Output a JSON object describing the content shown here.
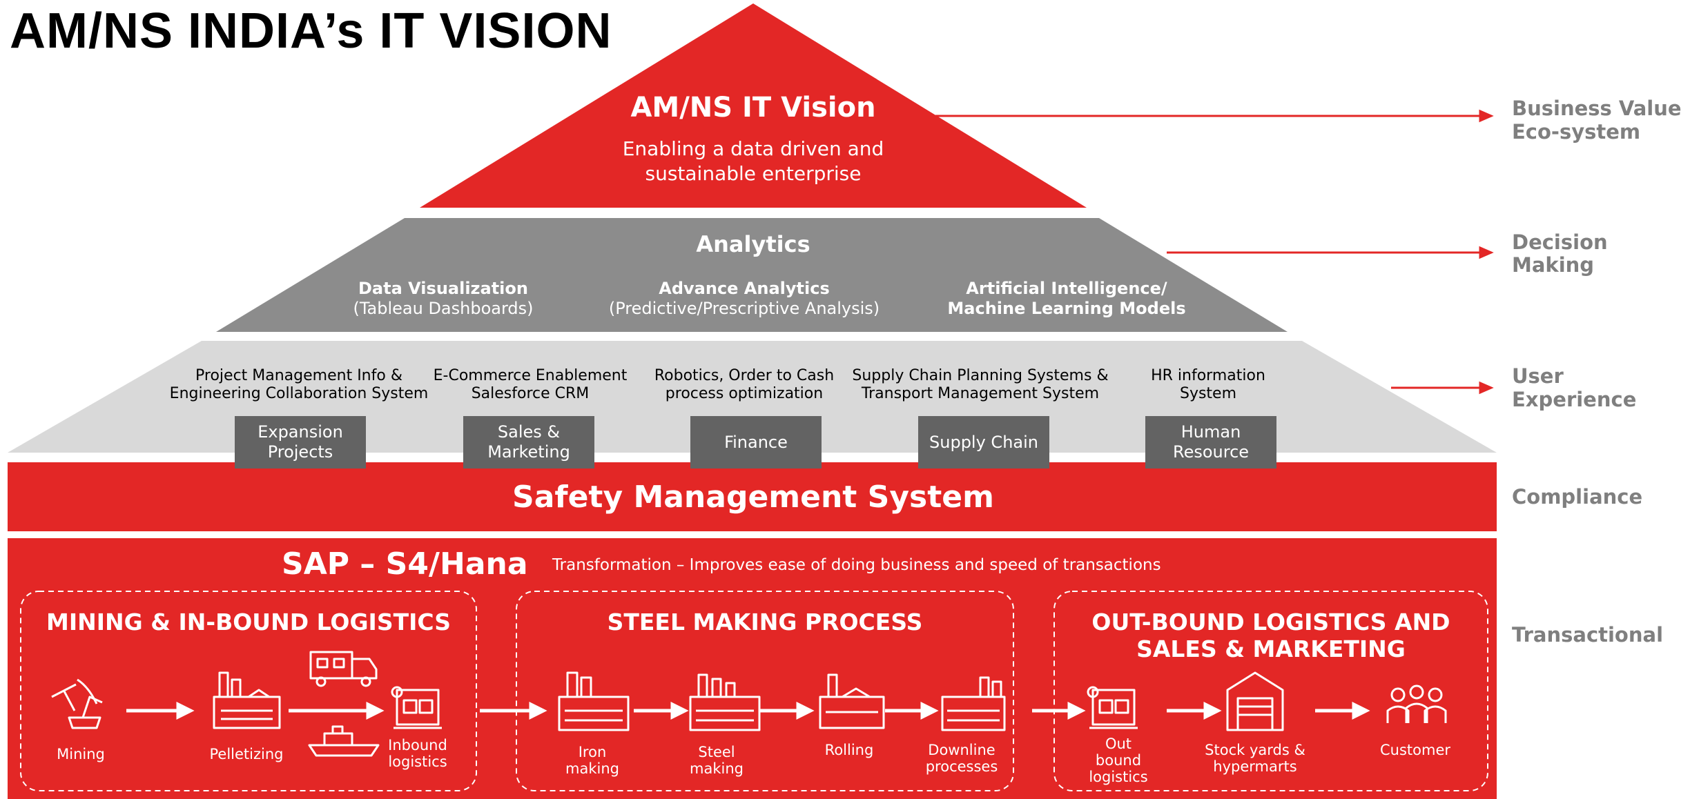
{
  "title": "AM/NS INDIA’s IT VISION",
  "vision": {
    "title": "AM/NS IT Vision",
    "subtitle_line1": "Enabling a data driven and",
    "subtitle_line2": "sustainable enterprise"
  },
  "analytics": {
    "title": "Analytics",
    "items": [
      {
        "bold": "Data Visualization",
        "sub": "(Tableau Dashboards)"
      },
      {
        "bold": "Advance Analytics",
        "sub": "(Predictive/Prescriptive Analysis)"
      },
      {
        "bold": "Artificial Intelligence/",
        "sub": "Machine Learning Models"
      }
    ]
  },
  "systems": [
    {
      "line1": "Project Management Info &",
      "line2": "Engineering Collaboration System",
      "button": "Expansion Projects"
    },
    {
      "line1": "E-Commerce Enablement",
      "line2": "Salesforce CRM",
      "button": "Sales & Marketing"
    },
    {
      "line1": "Robotics, Order to Cash",
      "line2": "process optimization",
      "button": "Finance"
    },
    {
      "line1": "Supply Chain Planning Systems &",
      "line2": "Transport Management System",
      "button": "Supply Chain"
    },
    {
      "line1": "HR information",
      "line2": "System",
      "button": "Human Resource"
    }
  ],
  "safety": "Safety Management System",
  "sap": {
    "title": "SAP – S4/Hana",
    "description": "Transformation – Improves ease of doing business and speed of transactions"
  },
  "groups": [
    {
      "title": "MINING & IN-BOUND LOGISTICS",
      "steps": [
        "Mining",
        "Pelletizing",
        "Inbound logistics"
      ]
    },
    {
      "title": "STEEL MAKING PROCESS",
      "steps": [
        "Iron making",
        "Steel making",
        "Rolling",
        "Downline processes"
      ]
    },
    {
      "title_line1": "OUT-BOUND LOGISTICS AND",
      "title_line2": "SALES & MARKETING",
      "steps": [
        "Out bound logistics",
        "Stock yards & hypermarts",
        "Customer"
      ]
    }
  ],
  "side_labels": {
    "business_value": [
      "Business Value",
      "Eco-system"
    ],
    "decision": [
      "Decision",
      "Making"
    ],
    "user": [
      "User",
      "Experience"
    ],
    "compliance": "Compliance",
    "transactional": "Transactional"
  },
  "colors": {
    "red": "#e32726",
    "gray": "#8c8c8c",
    "light_gray": "#d9d9d9",
    "button_gray": "#636363",
    "label_gray": "#7f7f7f"
  }
}
